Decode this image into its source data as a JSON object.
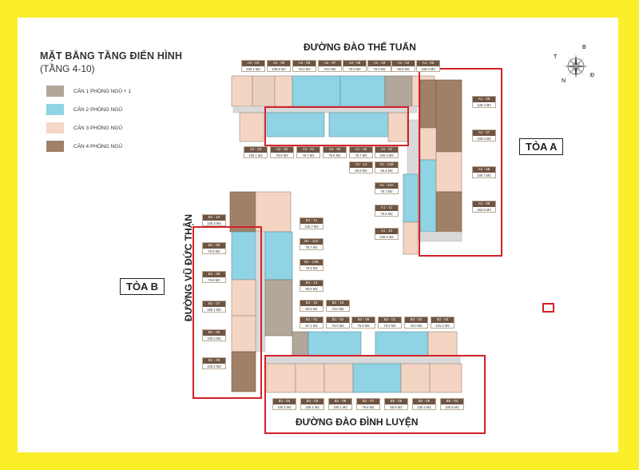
{
  "title": "MẶT BẰNG TẦNG ĐIỂN HÌNH",
  "subtitle": "(TẦNG 4-10)",
  "legend": [
    {
      "label": "CĂN 1 PHÒNG NGỦ + 1",
      "color": "#b3a69a"
    },
    {
      "label": "CĂN 2 PHÒNG NGỦ",
      "color": "#8fd3e4"
    },
    {
      "label": "CĂN 3 PHÒNG NGỦ",
      "color": "#f6d7c6"
    },
    {
      "label": "CĂN 4 PHÒNG NGỦ",
      "color": "#a08066"
    }
  ],
  "roads": {
    "top": "ĐƯỜNG ĐÀO THẾ TUẤN",
    "bottom": "ĐƯỜNG ĐÀO ĐÌNH LUYỆN",
    "left": "ĐƯỜNG VŨ ĐỨC THẬN"
  },
  "buildings": {
    "a": "TÒA A",
    "b": "TÒA B"
  },
  "compass": {
    "n": "N",
    "b": "B",
    "d": "Đ",
    "t": "T"
  },
  "colors": {
    "frame": "#fbef2a",
    "outline": "#d42128",
    "tag_header": "#6e5442"
  },
  "units": [
    {
      "code": "A2 - 04",
      "area": "100.1 M2"
    },
    {
      "code": "A2 - 05",
      "area": "100.6 M2"
    },
    {
      "code": "A2 - 06",
      "area": "76.0 M2"
    },
    {
      "code": "A2 - 07",
      "area": "76.0 M2"
    },
    {
      "code": "A2 - 08",
      "area": "76.0 M2"
    },
    {
      "code": "A1 - 03",
      "area": "76.0 M2"
    },
    {
      "code": "A1 - 04",
      "area": "55.8 M2"
    },
    {
      "code": "A1 - 05",
      "area": "100.0 M2"
    },
    {
      "code": "A2 - 03",
      "area": "100.1 M2"
    },
    {
      "code": "A2 - 02",
      "area": "76.6 M2"
    },
    {
      "code": "A2 - 01",
      "area": "76.7 M2"
    },
    {
      "code": "A2 - 09",
      "area": "76.6 M2"
    },
    {
      "code": "A1 - 02",
      "area": "76.7 M2"
    },
    {
      "code": "A1 - 01",
      "area": "100.4 M2"
    },
    {
      "code": "A1 - 14",
      "area": "50.8 M2"
    },
    {
      "code": "A1 - 12B",
      "area": "55.4 M2"
    },
    {
      "code": "A1 - 12A",
      "area": "76.7 M2"
    },
    {
      "code": "A1 - 11",
      "area": "76.6 M2"
    },
    {
      "code": "A1 - 10",
      "area": "100.9 M2"
    },
    {
      "code": "A1 - 06",
      "area": "126.2 M2"
    },
    {
      "code": "A1 - 07",
      "area": "100.4 M2"
    },
    {
      "code": "A1 - 08",
      "area": "100.7 M2"
    },
    {
      "code": "A1 - 09",
      "area": "152.8 M2"
    },
    {
      "code": "B1 - 10",
      "area": "100.3 M2"
    },
    {
      "code": "B1 - 09",
      "area": "76.9 M2"
    },
    {
      "code": "B1 - 08",
      "area": "76.9 M2"
    },
    {
      "code": "B1 - 07",
      "area": "100.1 M2"
    },
    {
      "code": "B1 - 06",
      "area": "100.4 M2"
    },
    {
      "code": "B1 - 05",
      "area": "100.2 M2"
    },
    {
      "code": "B1 - 11",
      "area": "100.7 M2"
    },
    {
      "code": "B1 - 12A",
      "area": "76.7 M2"
    },
    {
      "code": "B1 - 12B",
      "area": "76.4 M2"
    },
    {
      "code": "B1 - 14",
      "area": "90.8 M2"
    },
    {
      "code": "B1 - 15",
      "area": "90.8 M2"
    },
    {
      "code": "B1 - 16",
      "area": "76.0 M2"
    },
    {
      "code": "B1 - 01",
      "area": "97.1 M2"
    },
    {
      "code": "B1 - 02",
      "area": "76.0 M2"
    },
    {
      "code": "B2 - 09",
      "area": "76.0 M2"
    },
    {
      "code": "B2 - 01",
      "area": "76.0 M2"
    },
    {
      "code": "B2 - 02",
      "area": "76.0 M2"
    },
    {
      "code": "B2 - 03",
      "area": "101.2 M2"
    },
    {
      "code": "B1 - 04",
      "area": "100.4 M2"
    },
    {
      "code": "B1 - 03",
      "area": "105.1 M2"
    },
    {
      "code": "B2 - 08",
      "area": "100.1 M2"
    },
    {
      "code": "B2 - 07",
      "area": "76.6 M2"
    },
    {
      "code": "B2 - 06",
      "area": "55.8 M2"
    },
    {
      "code": "B2 - 05",
      "area": "100.2 M2"
    },
    {
      "code": "B2 - 04",
      "area": "100.5 M2"
    }
  ]
}
